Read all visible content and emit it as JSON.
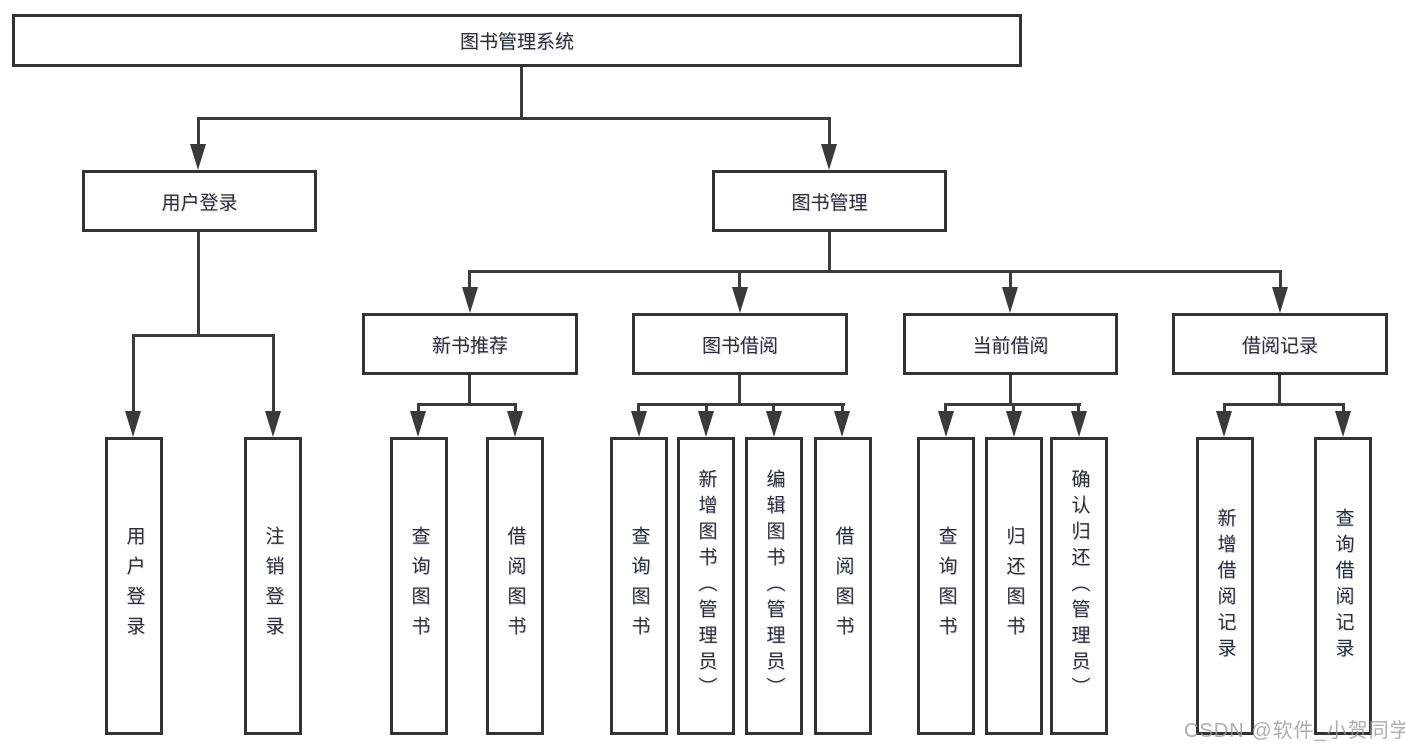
{
  "diagram": {
    "type": "tree",
    "orientation": "top-down"
  },
  "tree": {
    "root": {
      "label": "图书管理系统"
    },
    "branches": [
      {
        "label": "用户登录",
        "children": [
          {
            "label": "用户登录"
          },
          {
            "label": "注销登录"
          }
        ]
      },
      {
        "label": "图书管理",
        "children": [
          {
            "label": "新书推荐",
            "children": [
              {
                "label": "查询图书"
              },
              {
                "label": "借阅图书"
              }
            ]
          },
          {
            "label": "图书借阅",
            "children": [
              {
                "label": "查询图书"
              },
              {
                "label": "新增图书（管理员）"
              },
              {
                "label": "编辑图书（管理员）"
              },
              {
                "label": "借阅图书"
              }
            ]
          },
          {
            "label": "当前借阅",
            "children": [
              {
                "label": "查询图书"
              },
              {
                "label": "归还图书"
              },
              {
                "label": "确认归还（管理员）"
              }
            ]
          },
          {
            "label": "借阅记录",
            "children": [
              {
                "label": "新增借阅记录"
              },
              {
                "label": "查询借阅记录"
              }
            ]
          }
        ]
      }
    ]
  },
  "watermark": {
    "text": "CSDN @软件_小贺同学"
  },
  "colors": {
    "line": "#3b3b3b",
    "box_border": "#333333",
    "text": "#2d2d2d",
    "watermark": "#9ba0a6",
    "background": "#ffffff"
  }
}
